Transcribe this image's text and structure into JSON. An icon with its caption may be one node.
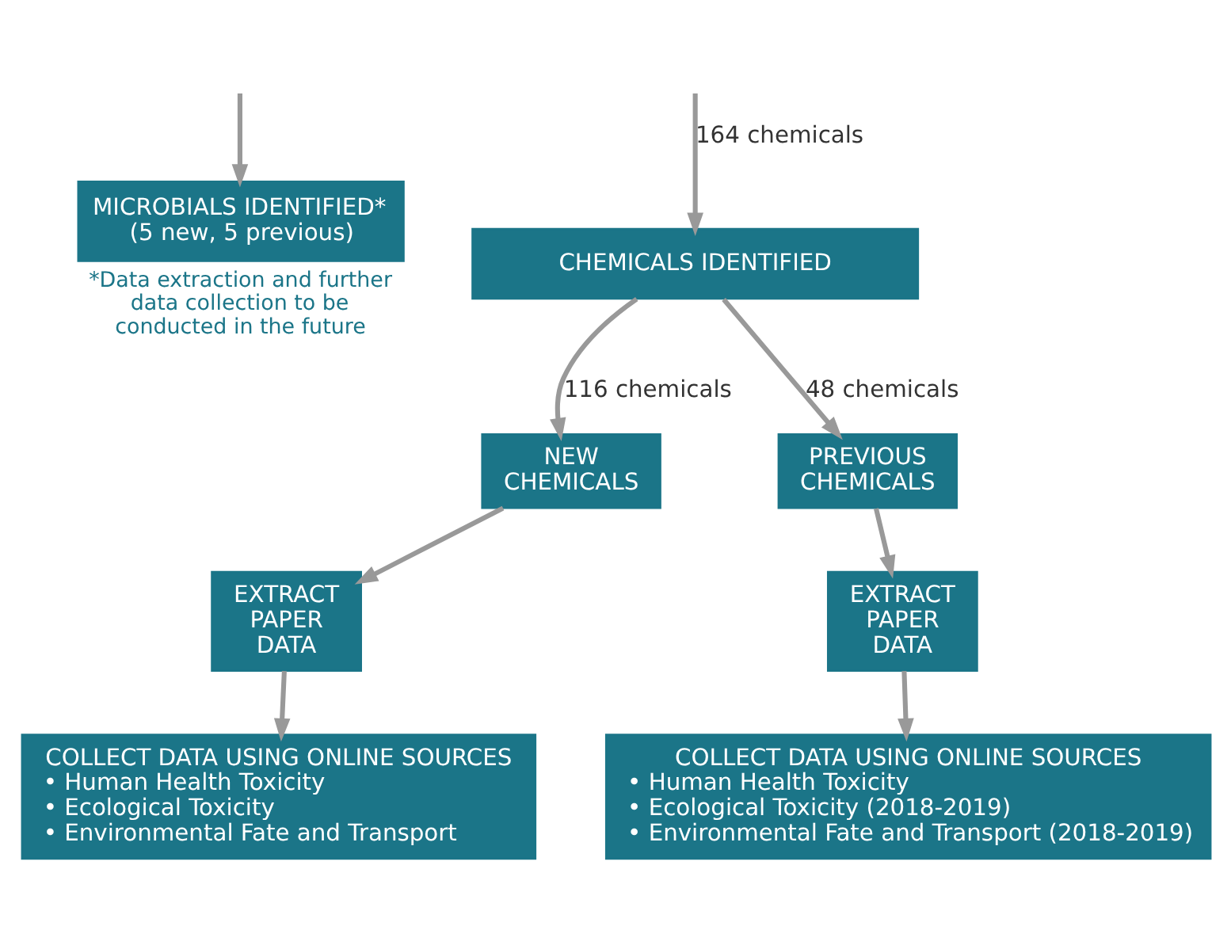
{
  "diagram": {
    "nodes": [
      {
        "text": [
          "MICROBIALS IDENTIFIED* (5 new, 5 previous)"
        ],
        "beside": [
          "*Data extraction and further data collection to be conducted in the future"
        ]
      },
      {
        "text": [
          "CHEMICALS IDENTIFIED"
        ]
      },
      {
        "text": [
          "NEW CHEMICALS"
        ]
      },
      {
        "text": [
          "PREVIOUS CHEMICALS"
        ]
      },
      {
        "text": [
          "EXTRACT PAPER DATA"
        ]
      },
      {
        "text": [
          "EXTRACT PAPER DATA"
        ]
      },
      {
        "text": [
          "COLLECT DATA USING ONLINE SOURCES",
          "• Human Health Toxicity",
          "• Ecological Toxicity",
          "• Environmental Fate and Transport"
        ]
      },
      {
        "text": [
          "COLLECT DATA USING ONLINE SOURCES",
          "• Human Health Toxicity",
          "• Ecological Toxicity (2018-2019)",
          "• Environmental Fate and Transport (2018-2019)"
        ]
      }
    ],
    "edges": [
      {
        "from": null,
        "to": 0,
        "arrow": "to"
      },
      {
        "from": null,
        "to": 1,
        "arrow": "to",
        "label": "164 chemicals"
      },
      {
        "from": 1,
        "to": 2,
        "arrow": "to",
        "label": "116 chemicals"
      },
      {
        "from": 1,
        "to": 3,
        "arrow": "to",
        "label": "48 chemicals"
      },
      {
        "from": 2,
        "to": 4,
        "arrow": "to"
      },
      {
        "from": 3,
        "to": 5,
        "arrow": "to"
      },
      {
        "from": 4,
        "to": 6,
        "arrow": "to"
      },
      {
        "from": 5,
        "to": 7,
        "arrow": "to"
      }
    ]
  }
}
